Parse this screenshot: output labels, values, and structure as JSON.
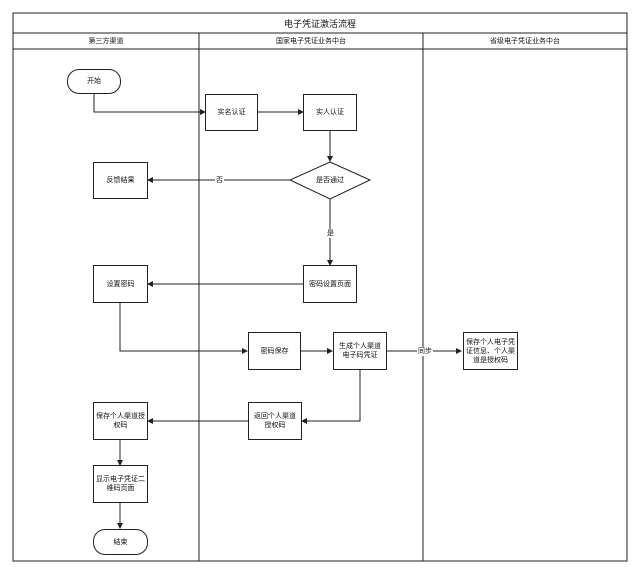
{
  "diagram": {
    "title": "电子凭证激活流程",
    "lanes": [
      {
        "label": "第三方渠道"
      },
      {
        "label": "国家电子凭证业务中台"
      },
      {
        "label": "省级电子凭证业务中台"
      }
    ],
    "nodes": {
      "start": "开始",
      "verify_name": "实名认证",
      "verify_person": "实人认证",
      "decision": "是否通过",
      "feedback": "反馈结果",
      "password_page": "密码设置页面",
      "set_password": "设置密码",
      "save_password": "密码保存",
      "generate_code": "生成个人渠道电子码凭证",
      "return_code": "返回个人渠道授权码",
      "save_auth_code": "保存个人渠道授权码",
      "province_save": "保存个人电子凭证信息、个人渠道是授权码",
      "show_qr": "显示电子凭证二维码页面",
      "end": "结束"
    },
    "edge_labels": {
      "no": "否",
      "yes": "是",
      "sync": "同步"
    }
  }
}
